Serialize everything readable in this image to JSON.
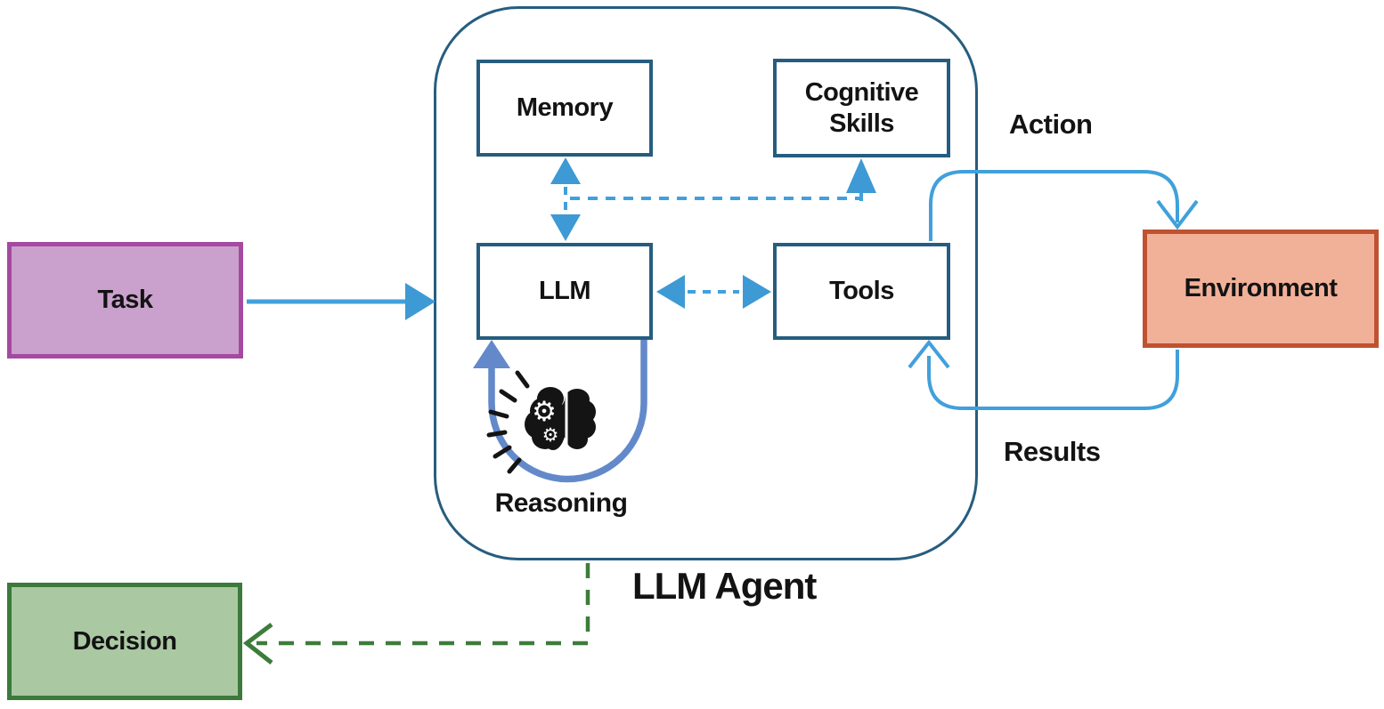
{
  "diagram": {
    "type": "flowchart",
    "nodes": {
      "task": {
        "label": "Task",
        "fill": "#c9a1cc",
        "border": "#a54aa0"
      },
      "memory": {
        "label": "Memory",
        "fill": "#ffffff",
        "border": "#265d7f"
      },
      "cognitive_skills": {
        "label": "Cognitive Skills",
        "fill": "#ffffff",
        "border": "#265d7f"
      },
      "llm": {
        "label": "LLM",
        "fill": "#ffffff",
        "border": "#265d7f"
      },
      "tools": {
        "label": "Tools",
        "fill": "#ffffff",
        "border": "#265d7f"
      },
      "environment": {
        "label": "Environment",
        "fill": "#f1b199",
        "border": "#bf5231"
      },
      "decision": {
        "label": "Decision",
        "fill": "#aac8a2",
        "border": "#3b7a3b"
      }
    },
    "container": {
      "label": "LLM Agent",
      "border": "#265d7f"
    },
    "edge_labels": {
      "action": "Action",
      "results": "Results",
      "reasoning": "Reasoning"
    },
    "edges": [
      {
        "from": "Task",
        "to": "LLM Agent",
        "style": "solid blue arrow"
      },
      {
        "from": "Memory",
        "to": "LLM",
        "style": "dashed blue double-headed arrow"
      },
      {
        "from": "LLM",
        "to": "Cognitive Skills",
        "style": "dashed blue arrow"
      },
      {
        "from": "LLM",
        "to": "Tools",
        "style": "dashed blue double-headed arrow"
      },
      {
        "from": "LLM",
        "to": "LLM",
        "label": "Reasoning",
        "style": "thick periwinkle self-loop"
      },
      {
        "from": "Tools",
        "to": "Environment",
        "label": "Action",
        "style": "solid blue curved arrow"
      },
      {
        "from": "Environment",
        "to": "Tools",
        "label": "Results",
        "style": "solid blue curved arrow"
      },
      {
        "from": "LLM Agent",
        "to": "Decision",
        "style": "dashed green arrow"
      }
    ],
    "icons": {
      "reasoning": "brain-with-gears-icon"
    },
    "colors": {
      "arrow_blue": "#41a0db",
      "loop_blue": "#6389ca",
      "outline_blue": "#265d7f",
      "arrow_green": "#3d7c3b",
      "text": "#131313",
      "background": "#ffffff"
    }
  }
}
